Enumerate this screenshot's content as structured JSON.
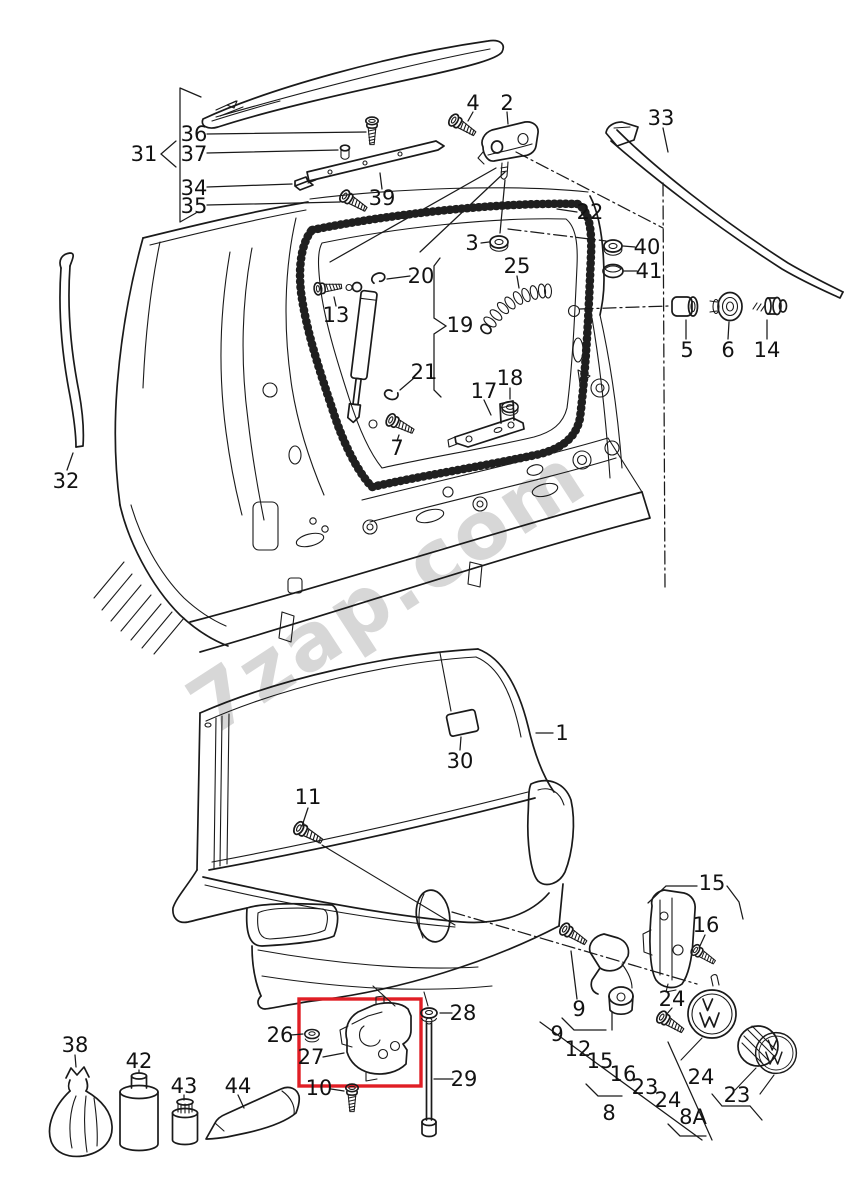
{
  "watermark": {
    "text": "7zap.com"
  },
  "colors": {
    "line": "#1a1a1a",
    "highlight_box": "#e01e25",
    "watermark": "#d7d7d7"
  },
  "parts": {
    "1": "1",
    "2": "2",
    "3": "3",
    "4": "4",
    "5": "5",
    "6": "6",
    "7": "7",
    "9": "9",
    "10": "10",
    "11": "11",
    "13": "13",
    "14": "14",
    "15": "15",
    "16": "16",
    "17": "17",
    "18": "18",
    "19": "19",
    "20": "20",
    "21": "21",
    "22": "22",
    "24": "24",
    "25": "25",
    "26": "26",
    "27": "27",
    "28": "28",
    "29": "29",
    "30": "30",
    "31": "31",
    "32": "32",
    "33": "33",
    "34": "34",
    "35": "35",
    "36": "36",
    "37": "37",
    "38": "38",
    "39": "39",
    "40": "40",
    "41": "41",
    "42": "42",
    "43": "43",
    "44": "44"
  },
  "cascade": {
    "items": [
      "9",
      "12",
      "15",
      "16",
      "23",
      "24"
    ],
    "group8": "8",
    "item24": "24",
    "group8a": "8A",
    "group23": "23"
  }
}
